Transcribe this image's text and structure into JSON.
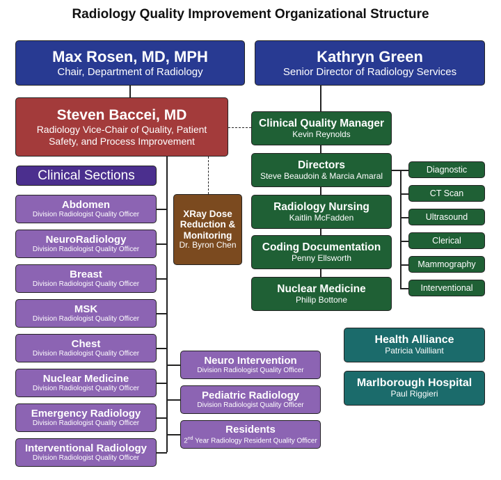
{
  "title": "Radiology Quality Improvement Organizational Structure",
  "chair": {
    "name": "Max Rosen, MD, MPH",
    "role": "Chair, Department of Radiology"
  },
  "director": {
    "name": "Kathryn Green",
    "role": "Senior Director of Radiology Services"
  },
  "vice_chair": {
    "name": "Steven Baccei, MD",
    "role_line1": "Radiology Vice-Chair of Quality, Patient",
    "role_line2": "Safety, and Process Improvement"
  },
  "clinical_sections_label": "Clinical Sections",
  "sections": [
    {
      "name": "Abdomen",
      "role": "Division Radiologist Quality Officer"
    },
    {
      "name": "NeuroRadiology",
      "role": "Division Radiologist Quality Officer"
    },
    {
      "name": "Breast",
      "role": "Division Radiologist Quality Officer"
    },
    {
      "name": "MSK",
      "role": "Division Radiologist Quality Officer"
    },
    {
      "name": "Chest",
      "role": "Division Radiologist Quality Officer"
    },
    {
      "name": "Nuclear Medicine",
      "role": "Division Radiologist Quality Officer"
    },
    {
      "name": "Emergency Radiology",
      "role": "Division Radiologist Quality Officer"
    },
    {
      "name": "Interventional Radiology",
      "role": "Division Radiologist Quality Officer"
    }
  ],
  "sections_right": [
    {
      "name": "Neuro Intervention",
      "role": "Division Radiologist Quality Officer"
    },
    {
      "name": "Pediatric Radiology",
      "role": "Division Radiologist Quality Officer"
    },
    {
      "name": "Residents",
      "role_pre": "2",
      "role_sup": "nd",
      "role_post": " Year Radiology Resident Quality Officer"
    }
  ],
  "xray": {
    "l1": "XRay Dose",
    "l2": "Reduction &",
    "l3": "Monitoring",
    "person": "Dr. Byron Chen"
  },
  "ops": [
    {
      "name": "Clinical Quality Manager",
      "person": "Kevin Reynolds"
    },
    {
      "name": "Directors",
      "person": "Steve Beaudoin & Marcia Amaral"
    },
    {
      "name": "Radiology Nursing",
      "person": "Kaitlin McFadden"
    },
    {
      "name": "Coding Documentation",
      "person": "Penny Ellsworth"
    },
    {
      "name": "Nuclear Medicine",
      "person": "Philip Bottone"
    }
  ],
  "modalities": [
    "Diagnostic",
    "CT Scan",
    "Ultrasound",
    "Clerical",
    "Mammography",
    "Interventional"
  ],
  "affiliates": [
    {
      "name": "Health Alliance",
      "person": "Patricia Vailliant"
    },
    {
      "name": "Marlborough Hospital",
      "person": "Paul Riggieri"
    }
  ]
}
